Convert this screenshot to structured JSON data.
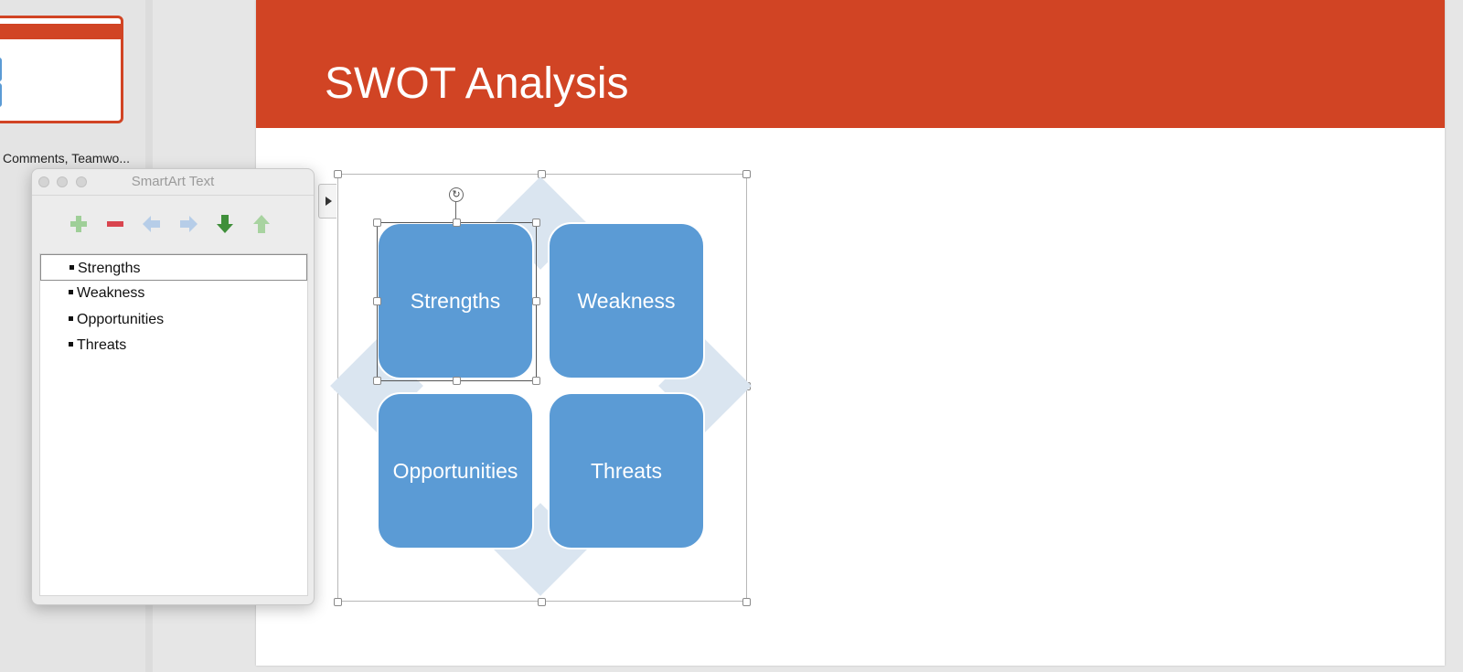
{
  "thumbnail_pane": {
    "caption": "Comments, Teamwo..."
  },
  "slide": {
    "title": "SWOT Analysis",
    "header_color": "#d14424"
  },
  "smartart": {
    "tiles": [
      {
        "label": "Strengths"
      },
      {
        "label": "Weakness"
      },
      {
        "label": "Opportunities"
      },
      {
        "label": "Threats"
      }
    ],
    "tile_color": "#5b9bd5",
    "arrow_color": "#dae5f0"
  },
  "smartart_text_panel": {
    "title": "SmartArt Text",
    "toolbar": [
      "add-icon",
      "remove-icon",
      "promote-icon",
      "demote-icon",
      "move-down-icon",
      "move-up-icon"
    ],
    "items": [
      {
        "text": "Strengths"
      },
      {
        "text": "Weakness"
      },
      {
        "text": "Opportunities"
      },
      {
        "text": "Threats"
      }
    ]
  }
}
